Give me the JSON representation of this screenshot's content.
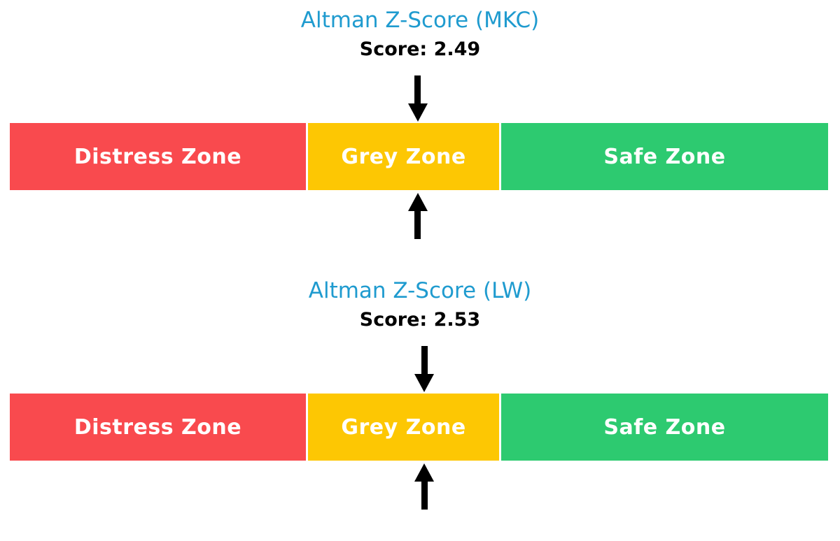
{
  "page": {
    "background": "#ffffff",
    "title_color": "#1f9bcf",
    "score_color": "#000000",
    "arrow_color": "#000000",
    "zone_label_color": "#ffffff"
  },
  "chart_data": {
    "type": "bar",
    "subtype": "zone-indicator",
    "zones": [
      {
        "label": "Distress Zone",
        "color": "#f94a4e",
        "range": [
          0.0,
          1.8
        ]
      },
      {
        "label": "Grey Zone",
        "color": "#fdc703",
        "range": [
          1.8,
          3.0
        ]
      },
      {
        "label": "Safe Zone",
        "color": "#2dca70",
        "range": [
          3.0,
          5.1
        ]
      }
    ],
    "charts": [
      {
        "title": "Altman Z-Score (MKC)",
        "score": 2.49,
        "score_label": "Score: 2.49"
      },
      {
        "title": "Altman Z-Score (LW)",
        "score": 2.53,
        "score_label": "Score: 2.53"
      }
    ],
    "legend_position": "none",
    "grid": false
  }
}
